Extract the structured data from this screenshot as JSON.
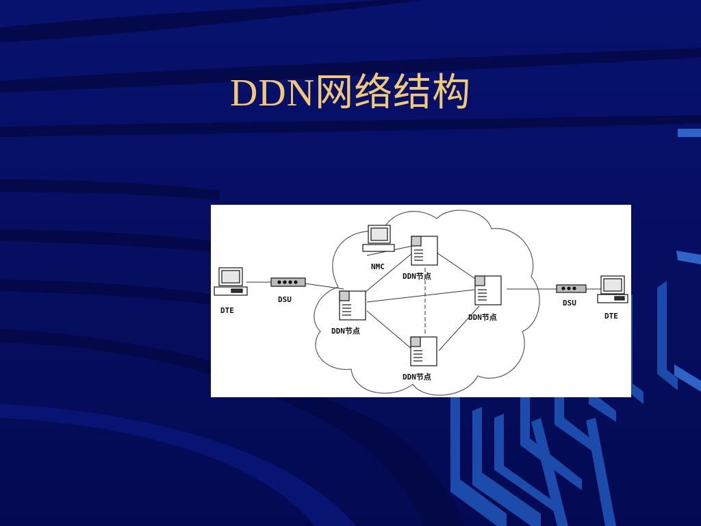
{
  "slide": {
    "title": "DDN网络结构"
  },
  "diagram": {
    "nodes": {
      "left_dte": "DTE",
      "left_dsu": "DSU",
      "nmc": "NMC",
      "node_top": "DDN节点",
      "node_left": "DDN节点",
      "node_right": "DDN节点",
      "node_bottom": "DDN节点",
      "right_dsu": "DSU",
      "right_dte": "DTE"
    }
  },
  "colors": {
    "background": "#06106e",
    "title": "#f3c873",
    "accent_stripes": "#1d4fb0"
  }
}
